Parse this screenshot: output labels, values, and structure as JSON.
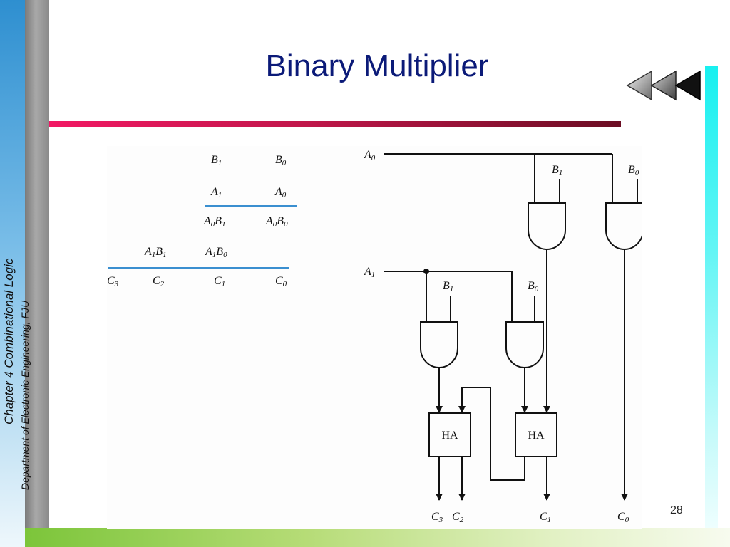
{
  "slide": {
    "title": "Binary Multiplier",
    "page_number": "28",
    "sidebar_line1": "Chapter 4 Combinational Logic",
    "sidebar_line2": "Department of Electronic Engineering, FJU"
  },
  "arithmetic": {
    "row1": [
      "B",
      "1",
      "B",
      "0"
    ],
    "row2": [
      "A",
      "1",
      "A",
      "0"
    ],
    "pp0": [
      "A",
      "0",
      "B",
      "1",
      "A",
      "0",
      "B",
      "0"
    ],
    "pp1": [
      "A",
      "1",
      "B",
      "1",
      "A",
      "1",
      "B",
      "0"
    ],
    "result": [
      "C",
      "3",
      "C",
      "2",
      "C",
      "1",
      "C",
      "0"
    ]
  },
  "circuit": {
    "input_a0": [
      "A",
      "0"
    ],
    "input_a1": [
      "A",
      "1"
    ],
    "gate_inputs": [
      [
        "B",
        "1"
      ],
      [
        "B",
        "0"
      ],
      [
        "B",
        "1"
      ],
      [
        "B",
        "0"
      ]
    ],
    "half_adder_label": "HA",
    "outputs": [
      [
        "C",
        "3"
      ],
      [
        "C",
        "2"
      ],
      [
        "C",
        "1"
      ],
      [
        "C",
        "0"
      ]
    ]
  }
}
